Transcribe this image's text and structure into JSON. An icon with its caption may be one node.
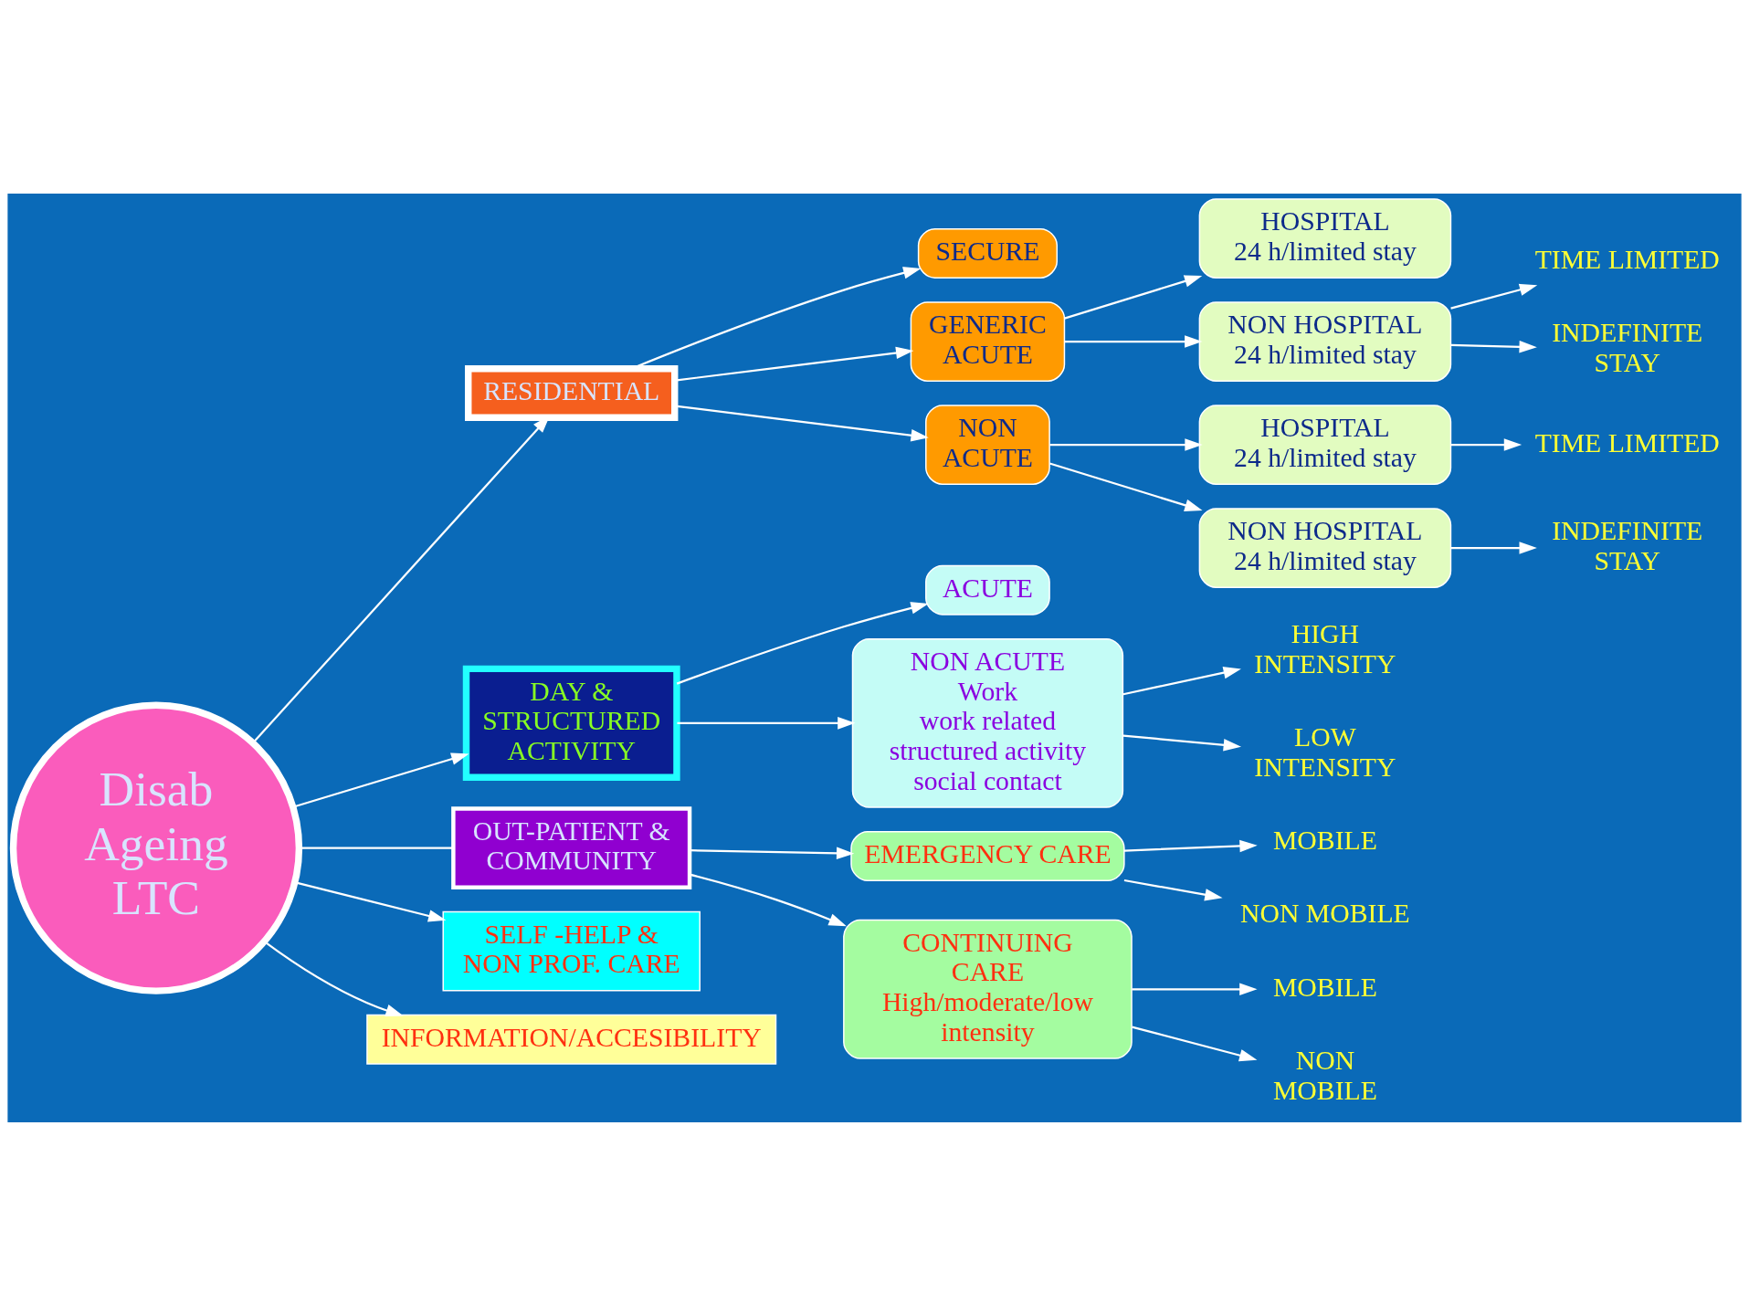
{
  "diagram": {
    "nodes": [
      {
        "text": [
          "Disab Ageing LTC"
        ]
      },
      {
        "text": [
          "RESIDENTIAL"
        ]
      },
      {
        "text": [
          "SECURE"
        ]
      },
      {
        "text": [
          "GENERIC ACUTE"
        ]
      },
      {
        "text": [
          "NON ACUTE"
        ]
      },
      {
        "text": [
          "HOSPITAL",
          "24 h/limited stay"
        ]
      },
      {
        "text": [
          "NON HOSPITAL",
          "24 h/limited stay"
        ]
      },
      {
        "text": [
          "TIME LIMITED"
        ]
      },
      {
        "text": [
          "INDEFINITE STAY"
        ]
      },
      {
        "text": [
          "HOSPITAL",
          "24 h/limited stay"
        ]
      },
      {
        "text": [
          "NON HOSPITAL",
          "24 h/limited stay"
        ]
      },
      {
        "text": [
          "TIME LIMITED"
        ]
      },
      {
        "text": [
          "INDEFINITE STAY"
        ]
      },
      {
        "text": [
          "DAY & STRUCTURED ACTIVITY"
        ]
      },
      {
        "text": [
          "ACUTE"
        ]
      },
      {
        "text": [
          "NON ACUTE",
          "Work",
          "work related",
          "structured activity",
          "social contact"
        ]
      },
      {
        "text": [
          "HIGH INTENSITY"
        ]
      },
      {
        "text": [
          "LOW INTENSITY"
        ]
      },
      {
        "text": [
          "OUT-PATIENT & COMMUNITY"
        ]
      },
      {
        "text": [
          "EMERGENCY CARE"
        ]
      },
      {
        "text": [
          "MOBILE"
        ]
      },
      {
        "text": [
          "NON MOBILE"
        ]
      },
      {
        "text": [
          "CONTINUING CARE",
          "High/moderate/low intensity"
        ]
      },
      {
        "text": [
          "MOBILE"
        ]
      },
      {
        "text": [
          "NON MOBILE"
        ]
      },
      {
        "text": [
          "SELF -HELP & NON PROF. CARE"
        ]
      },
      {
        "text": [
          "INFORMATION/ACCESIBILITY"
        ]
      }
    ],
    "edges": [
      {
        "from": 0,
        "to": 1,
        "arrow": "to"
      },
      {
        "from": 1,
        "to": 2,
        "arrow": "to"
      },
      {
        "from": 1,
        "to": 3,
        "arrow": "to"
      },
      {
        "from": 1,
        "to": 4,
        "arrow": "to"
      },
      {
        "from": 3,
        "to": 5,
        "arrow": "to"
      },
      {
        "from": 3,
        "to": 6,
        "arrow": "to"
      },
      {
        "from": 6,
        "to": 7,
        "arrow": "to"
      },
      {
        "from": 6,
        "to": 8,
        "arrow": "to"
      },
      {
        "from": 4,
        "to": 9,
        "arrow": "to"
      },
      {
        "from": 4,
        "to": 10,
        "arrow": "to"
      },
      {
        "from": 9,
        "to": 11,
        "arrow": "to"
      },
      {
        "from": 10,
        "to": 12,
        "arrow": "to"
      },
      {
        "from": 0,
        "to": 13,
        "arrow": "to"
      },
      {
        "from": 13,
        "to": 14,
        "arrow": "to"
      },
      {
        "from": 13,
        "to": 15,
        "arrow": "to"
      },
      {
        "from": 15,
        "to": 16,
        "arrow": "to"
      },
      {
        "from": 15,
        "to": 17,
        "arrow": "to"
      },
      {
        "from": 0,
        "to": 18,
        "arrow": "none"
      },
      {
        "from": 18,
        "to": 19,
        "arrow": "to"
      },
      {
        "from": 18,
        "to": 22,
        "arrow": "to"
      },
      {
        "from": 19,
        "to": 20,
        "arrow": "to"
      },
      {
        "from": 19,
        "to": 21,
        "arrow": "to"
      },
      {
        "from": 22,
        "to": 23,
        "arrow": "to"
      },
      {
        "from": 22,
        "to": 24,
        "arrow": "to"
      },
      {
        "from": 0,
        "to": 25,
        "arrow": "to"
      },
      {
        "from": 0,
        "to": 26,
        "arrow": "to"
      }
    ]
  }
}
